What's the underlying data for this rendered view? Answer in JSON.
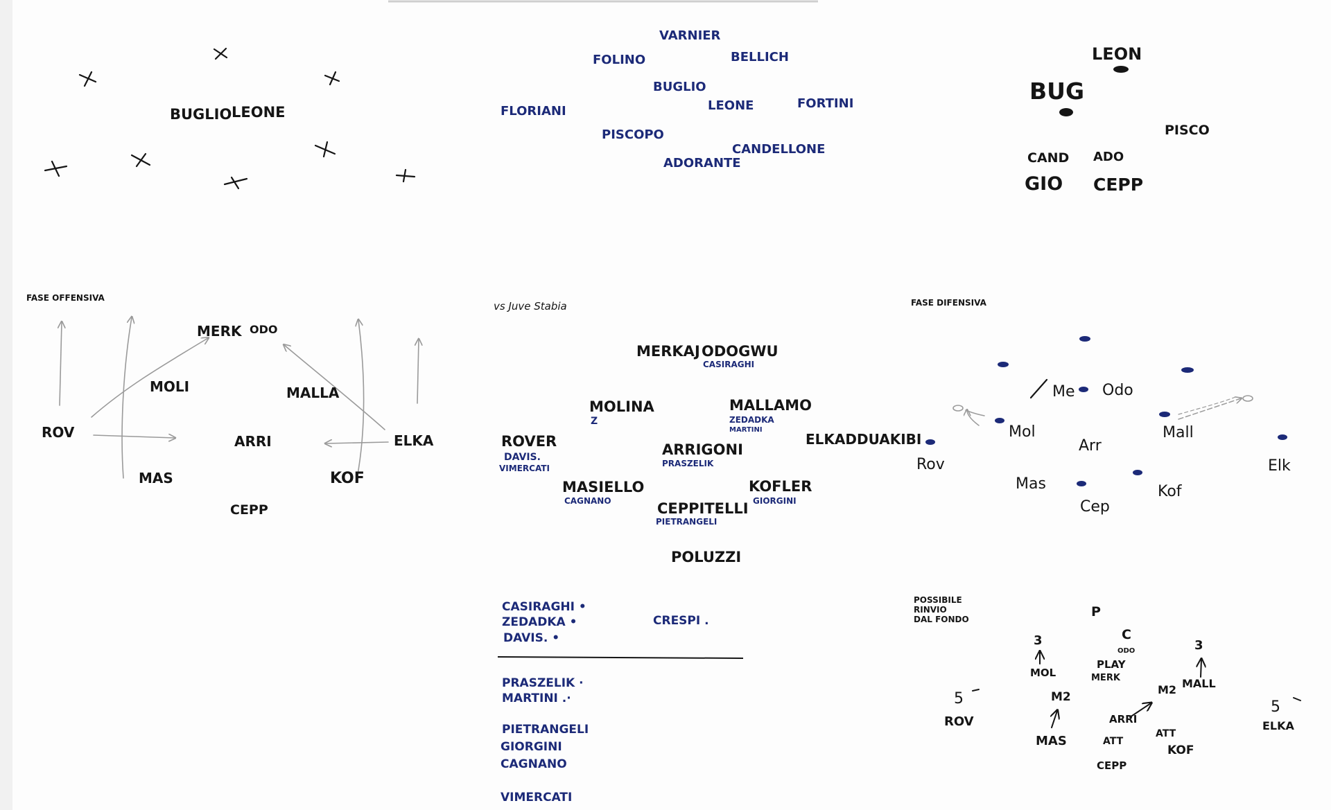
{
  "palette": {
    "ink_black": "#151515",
    "ink_blue": "#1c2a78",
    "pencil_gray": "#9a9a9a",
    "paper": "#fdfdfd"
  },
  "panel_1": {
    "labels": [
      {
        "name": "buglio",
        "text": "BUGLIO"
      },
      {
        "name": "leone",
        "text": "LEONE"
      }
    ]
  },
  "panel_2": {
    "labels": [
      {
        "name": "varnier",
        "text": "VARNIER"
      },
      {
        "name": "folino",
        "text": "FOLINO"
      },
      {
        "name": "belluch",
        "text": "BELLICH"
      },
      {
        "name": "buglio",
        "text": "BUGLIO"
      },
      {
        "name": "floriani",
        "text": "FLORIANI"
      },
      {
        "name": "leone",
        "text": "LEONE"
      },
      {
        "name": "fortini",
        "text": "FORTINI"
      },
      {
        "name": "piscopo",
        "text": "PISCOPO"
      },
      {
        "name": "candellone",
        "text": "CANDELLONE"
      },
      {
        "name": "adorante",
        "text": "ADORANTE"
      }
    ]
  },
  "panel_3": {
    "labels": [
      {
        "name": "leone",
        "text": "LEON"
      },
      {
        "name": "buglio",
        "text": "BUG"
      },
      {
        "name": "piscopo",
        "text": "PISCO"
      },
      {
        "name": "cand",
        "text": "CAND"
      },
      {
        "name": "ado",
        "text": "ADO"
      },
      {
        "name": "gio",
        "text": "GIO"
      },
      {
        "name": "cepp",
        "text": "CEPP"
      }
    ]
  },
  "panel_4": {
    "title": "FASE OFFENSIVA",
    "labels": [
      {
        "name": "merk",
        "text": "MERK"
      },
      {
        "name": "odo",
        "text": "ODO"
      },
      {
        "name": "moli",
        "text": "MOLI"
      },
      {
        "name": "malla",
        "text": "MALLA"
      },
      {
        "name": "rov",
        "text": "ROV"
      },
      {
        "name": "arri",
        "text": "ARRI"
      },
      {
        "name": "elka",
        "text": "ELKA"
      },
      {
        "name": "mas",
        "text": "MAS"
      },
      {
        "name": "kof",
        "text": "KOF"
      },
      {
        "name": "cepp",
        "text": "CEPP"
      }
    ]
  },
  "panel_5": {
    "title": "vs Juve Stabia",
    "players": [
      {
        "name": "merkaj",
        "text": "MERKAJ",
        "sub": ""
      },
      {
        "name": "odogwu",
        "text": "ODOGWU",
        "sub": "CASIRAGHI"
      },
      {
        "name": "molina",
        "text": "MOLINA",
        "sub": "Z"
      },
      {
        "name": "mallamo",
        "text": "MALLAMO",
        "sub": "ZEDADKA",
        "sub2": "MARTINI"
      },
      {
        "name": "rover",
        "text": "ROVER",
        "sub": "DAVIS.",
        "sub2": "VIMERCATI"
      },
      {
        "name": "arrigoni",
        "text": "ARRIGONI",
        "sub": "PRASZELIK"
      },
      {
        "name": "elkaddouri",
        "text": "ELKADDUAKIBI",
        "sub": ""
      },
      {
        "name": "masiello",
        "text": "MASIELLO",
        "sub": "CAGNANO"
      },
      {
        "name": "kofler",
        "text": "KOFLER",
        "sub": "GIORGINI"
      },
      {
        "name": "ceppitelli",
        "text": "CEPPITELLI",
        "sub": "PIETRANGELI"
      },
      {
        "name": "poluzzi",
        "text": "POLUZZI",
        "sub": ""
      }
    ],
    "bench_top": [
      {
        "name": "casiraghi",
        "text": "CASIRAGHI •"
      },
      {
        "name": "zedadka",
        "text": "ZEDADKA •"
      },
      {
        "name": "davis",
        "text": "DAVIS. •"
      },
      {
        "name": "crespi",
        "text": "CRESPI ."
      }
    ],
    "bench_bottom": [
      {
        "name": "praszelik",
        "text": "PRASZELIK ·"
      },
      {
        "name": "martini",
        "text": "MARTINI .·"
      },
      {
        "name": "pietrangeli",
        "text": "PIETRANGELI"
      },
      {
        "name": "giorgini",
        "text": "GIORGINI"
      },
      {
        "name": "cagnano",
        "text": "CAGNANO"
      },
      {
        "name": "vimercati",
        "text": "VIMERCATI"
      }
    ]
  },
  "panel_6": {
    "title": "FASE DIFENSIVA",
    "labels": [
      {
        "name": "me",
        "text": "Me"
      },
      {
        "name": "odo",
        "text": "Odo"
      },
      {
        "name": "mol",
        "text": "Mol"
      },
      {
        "name": "mall",
        "text": "Mall"
      },
      {
        "name": "arr",
        "text": "Arr"
      },
      {
        "name": "rov",
        "text": "Rov"
      },
      {
        "name": "elk",
        "text": "Elk"
      },
      {
        "name": "mas",
        "text": "Mas"
      },
      {
        "name": "kof",
        "text": "Kof"
      },
      {
        "name": "cep",
        "text": "Cep"
      }
    ]
  },
  "panel_7": {
    "title_lines": [
      "POSSIBILE",
      "RINVIO",
      "DAL FONDO"
    ],
    "labels": [
      {
        "name": "p",
        "text": "P"
      },
      {
        "name": "c",
        "text": "C"
      },
      {
        "name": "odo",
        "text": "ODO"
      },
      {
        "name": "play",
        "text": "PLAY"
      },
      {
        "name": "merk",
        "text": "MERK"
      },
      {
        "name": "three-left",
        "text": "3"
      },
      {
        "name": "mol",
        "text": "MOL"
      },
      {
        "name": "three-right",
        "text": "3"
      },
      {
        "name": "mall",
        "text": "MALL"
      },
      {
        "name": "five-left",
        "text": "5"
      },
      {
        "name": "rov",
        "text": "ROV"
      },
      {
        "name": "m2-left",
        "text": "M2"
      },
      {
        "name": "m2-right",
        "text": "M2"
      },
      {
        "name": "arri",
        "text": "ARRI"
      },
      {
        "name": "five-right",
        "text": "5"
      },
      {
        "name": "elka",
        "text": "ELKA"
      },
      {
        "name": "mas",
        "text": "MAS"
      },
      {
        "name": "att-left",
        "text": "ATT"
      },
      {
        "name": "att-right",
        "text": "ATT"
      },
      {
        "name": "kof",
        "text": "KOF"
      },
      {
        "name": "cepp",
        "text": "CEPP"
      }
    ]
  }
}
